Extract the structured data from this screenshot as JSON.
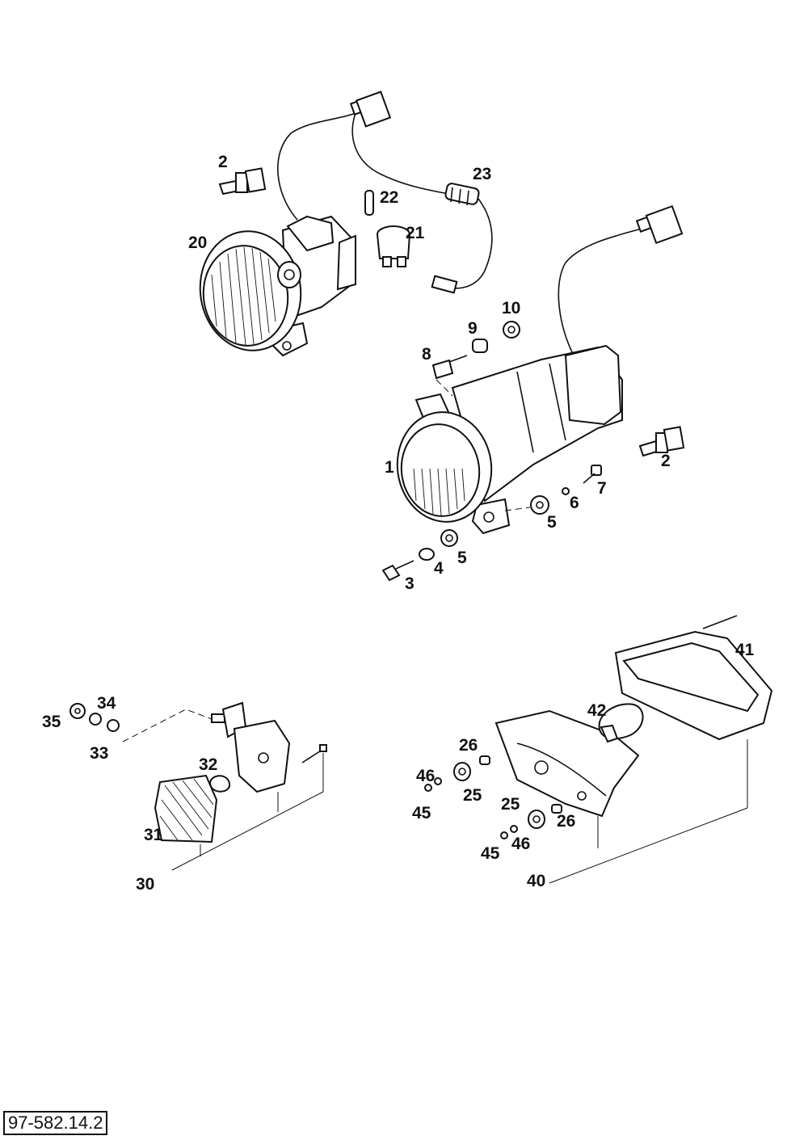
{
  "document_ref": "97-582.14.2",
  "callouts": {
    "c1": "1",
    "c2a": "2",
    "c2b": "2",
    "c3": "3",
    "c4": "4",
    "c5a": "5",
    "c5b": "5",
    "c6": "6",
    "c7": "7",
    "c8": "8",
    "c9": "9",
    "c10": "10",
    "c20": "20",
    "c21": "21",
    "c22": "22",
    "c23": "23",
    "c25a": "25",
    "c25b": "25",
    "c26a": "26",
    "c26b": "26",
    "c30": "30",
    "c31": "31",
    "c32": "32",
    "c33": "33",
    "c34": "34",
    "c35": "35",
    "c40": "40",
    "c41": "41",
    "c42": "42",
    "c45a": "45",
    "c45b": "45",
    "c46a": "46",
    "c46b": "46"
  }
}
